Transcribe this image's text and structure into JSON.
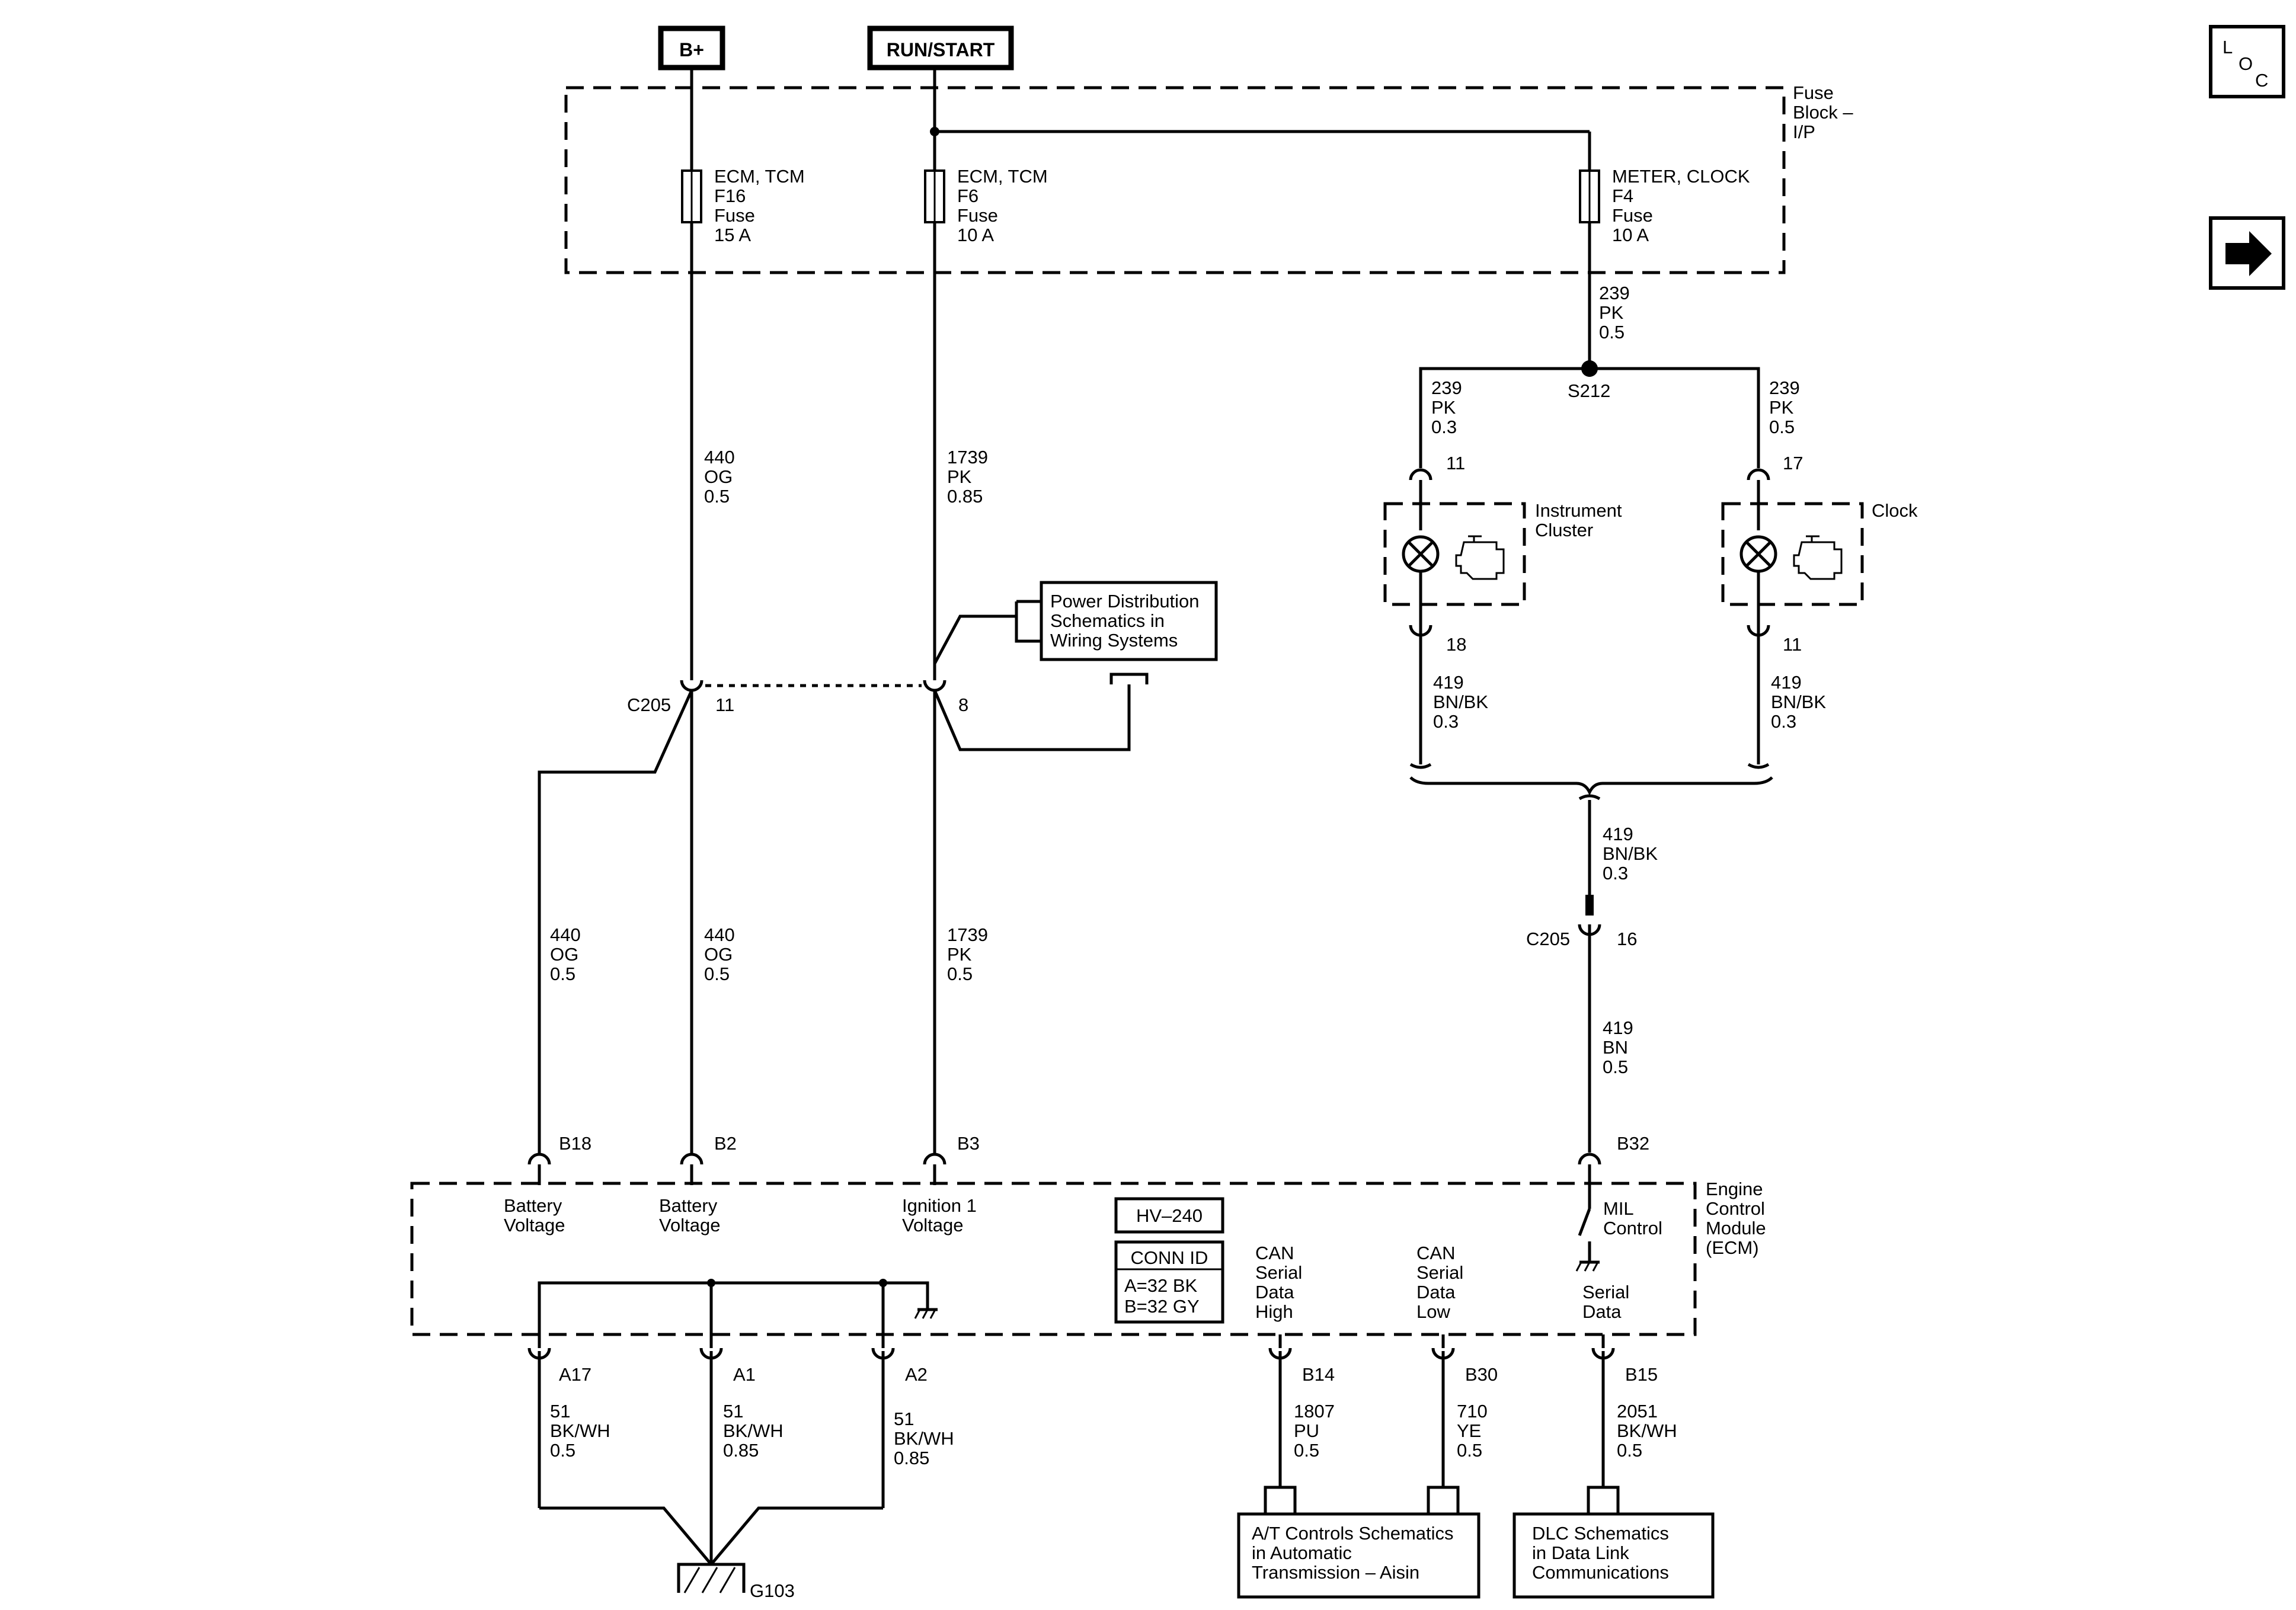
{
  "power": {
    "bplus": "B+",
    "runstart": "RUN/START"
  },
  "fuse_block": {
    "line1": "Fuse",
    "line2": "Block –",
    "line3": "I/P"
  },
  "fuses": {
    "f16": [
      "ECM, TCM",
      "F16",
      "Fuse",
      "15 A"
    ],
    "f6": [
      "ECM, TCM",
      "F6",
      "Fuse",
      "10 A"
    ],
    "f4": [
      "METER, CLOCK",
      "F4",
      "Fuse",
      "10 A"
    ]
  },
  "wires": {
    "w239_main": [
      "239",
      "PK",
      "0.5"
    ],
    "w239_left": [
      "239",
      "PK",
      "0.3"
    ],
    "w239_right": [
      "239",
      "PK",
      "0.5"
    ],
    "w440_top": [
      "440",
      "OG",
      "0.5"
    ],
    "w1739_top": [
      "1739",
      "PK",
      "0.85"
    ],
    "w419_left": [
      "419",
      "BN/BK",
      "0.3"
    ],
    "w419_right": [
      "419",
      "BN/BK",
      "0.3"
    ],
    "w419_mid": [
      "419",
      "BN/BK",
      "0.3"
    ],
    "w419_low": [
      "419",
      "BN",
      "0.5"
    ],
    "w440_a": [
      "440",
      "OG",
      "0.5"
    ],
    "w440_b": [
      "440",
      "OG",
      "0.5"
    ],
    "w1739_low": [
      "1739",
      "PK",
      "0.5"
    ],
    "w51_a17": [
      "51",
      "BK/WH",
      "0.5"
    ],
    "w51_a1": [
      "51",
      "BK/WH",
      "0.85"
    ],
    "w51_a2": [
      "51",
      "BK/WH",
      "0.85"
    ],
    "w1807": [
      "1807",
      "PU",
      "0.5"
    ],
    "w710": [
      "710",
      "YE",
      "0.5"
    ],
    "w2051": [
      "2051",
      "BK/WH",
      "0.5"
    ]
  },
  "splice": "S212",
  "instrument_cluster": {
    "label1": "Instrument",
    "label2": "Cluster",
    "pin_in": "11",
    "pin_out": "18"
  },
  "clock": {
    "label": "Clock",
    "pin_in": "17",
    "pin_out": "11"
  },
  "power_dist": [
    "Power Distribution",
    "Schematics in",
    "Wiring Systems"
  ],
  "c205_top": {
    "name": "C205",
    "pin_a": "11",
    "pin_b": "8"
  },
  "c205_right": {
    "name": "C205",
    "pin": "16"
  },
  "ecm": {
    "label": [
      "Engine",
      "Control",
      "Module",
      "(ECM)"
    ],
    "hv": "HV–240",
    "conn_id": [
      "CONN ID",
      "A=32 BK",
      "B=32 GY"
    ],
    "pins_top": [
      "B18",
      "B2",
      "B3",
      "B32"
    ],
    "pins_bottom": [
      "A17",
      "A1",
      "A2",
      "B14",
      "B30",
      "B15"
    ],
    "bat1": [
      "Battery",
      "Voltage"
    ],
    "bat2": [
      "Battery",
      "Voltage"
    ],
    "ign": [
      "Ignition 1",
      "Voltage"
    ],
    "mil": [
      "MIL",
      "Control"
    ],
    "can_high": [
      "CAN",
      "Serial",
      "Data",
      "High"
    ],
    "can_low": [
      "CAN",
      "Serial",
      "Data",
      "Low"
    ],
    "serial": [
      "Serial",
      "Data"
    ]
  },
  "ground": "G103",
  "at_box": [
    "A/T Controls Schematics",
    "in Automatic",
    "Transmission – Aisin"
  ],
  "dlc_box": [
    "DLC Schematics",
    "in Data Link",
    "Communications"
  ],
  "nav": {
    "loc_l": "L",
    "loc_o": "O",
    "loc_c": "C",
    "arrow_icon": "right-arrow-icon"
  }
}
